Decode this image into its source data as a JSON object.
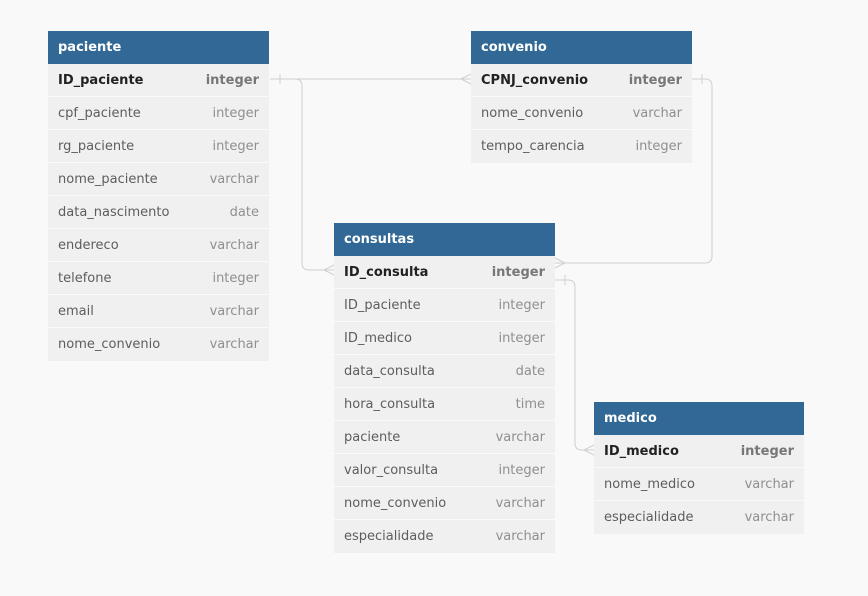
{
  "tables": {
    "paciente": {
      "name": "paciente",
      "fields": [
        {
          "name": "ID_paciente",
          "type": "integer",
          "pk": true
        },
        {
          "name": "cpf_paciente",
          "type": "integer"
        },
        {
          "name": "rg_paciente",
          "type": "integer"
        },
        {
          "name": "nome_paciente",
          "type": "varchar"
        },
        {
          "name": "data_nascimento",
          "type": "date"
        },
        {
          "name": "endereco",
          "type": "varchar"
        },
        {
          "name": "telefone",
          "type": "integer"
        },
        {
          "name": "email",
          "type": "varchar"
        },
        {
          "name": "nome_convenio",
          "type": "varchar"
        }
      ]
    },
    "convenio": {
      "name": "convenio",
      "fields": [
        {
          "name": "CPNJ_convenio",
          "type": "integer",
          "pk": true
        },
        {
          "name": "nome_convenio",
          "type": "varchar"
        },
        {
          "name": "tempo_carencia",
          "type": "integer"
        }
      ]
    },
    "consultas": {
      "name": "consultas",
      "fields": [
        {
          "name": "ID_consulta",
          "type": "integer",
          "pk": true
        },
        {
          "name": "ID_paciente",
          "type": "integer"
        },
        {
          "name": "ID_medico",
          "type": "integer"
        },
        {
          "name": "data_consulta",
          "type": "date"
        },
        {
          "name": "hora_consulta",
          "type": "time"
        },
        {
          "name": "paciente",
          "type": "varchar"
        },
        {
          "name": "valor_consulta",
          "type": "integer"
        },
        {
          "name": "nome_convenio",
          "type": "varchar"
        },
        {
          "name": "especialidade",
          "type": "varchar"
        }
      ]
    },
    "medico": {
      "name": "medico",
      "fields": [
        {
          "name": "ID_medico",
          "type": "integer",
          "pk": true
        },
        {
          "name": "nome_medico",
          "type": "varchar"
        },
        {
          "name": "especialidade",
          "type": "varchar"
        }
      ]
    }
  },
  "relationships": [
    {
      "from": "paciente.ID_paciente",
      "from_card": "one",
      "to": "convenio.CPNJ_convenio",
      "to_card": "many"
    },
    {
      "from": "paciente.ID_paciente",
      "from_card": "one",
      "to": "consultas.ID_consulta",
      "to_card": "many"
    },
    {
      "from": "convenio.CPNJ_convenio",
      "from_card": "one",
      "to": "consultas.ID_consulta",
      "to_card": "many"
    },
    {
      "from": "consultas.ID_consulta",
      "from_card": "one",
      "to": "medico.ID_medico",
      "to_card": "many"
    }
  ],
  "colors": {
    "header": "#316896",
    "row": "#f0f0f0",
    "connector": "#cfcfcf",
    "background": "#f9f9f9"
  }
}
